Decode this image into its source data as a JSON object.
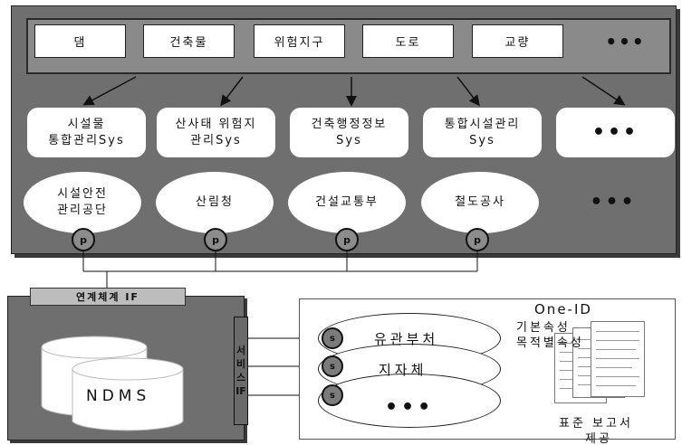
{
  "categories": [
    "댐",
    "건축물",
    "위험지구",
    "도로",
    "교량",
    "•••"
  ],
  "systems": [
    {
      "line1": "시설물",
      "line2": "통합관리Sys"
    },
    {
      "line1": "산사태 위험지",
      "line2": "관리Sys"
    },
    {
      "line1": "건축행정정보",
      "line2": "Sys"
    },
    {
      "line1": "통합시설관리",
      "line2": "Sys"
    },
    {
      "line1": "•••",
      "line2": ""
    }
  ],
  "organizations": [
    {
      "line1": "시설안전",
      "line2": "관리공단"
    },
    {
      "line1": "산림청",
      "line2": ""
    },
    {
      "line1": "건설교통부",
      "line2": ""
    },
    {
      "line1": "철도공사",
      "line2": ""
    },
    {
      "line1": "•••",
      "line2": ""
    }
  ],
  "p_nodes": [
    "p",
    "p",
    "p",
    "p"
  ],
  "interface_label": "연계체계 IF",
  "service_if": [
    "서",
    "비",
    "스",
    "IF"
  ],
  "ndms_label": "NDMS",
  "users": [
    {
      "label": "유관부처",
      "node": "s"
    },
    {
      "label": "지자체",
      "node": "s"
    },
    {
      "label": "•••",
      "node": "s"
    }
  ],
  "report": {
    "header1": "One-ID",
    "header2": "기본속성",
    "header3": "목적별속성",
    "footer1": "표준 보고서",
    "footer2": "제공"
  }
}
